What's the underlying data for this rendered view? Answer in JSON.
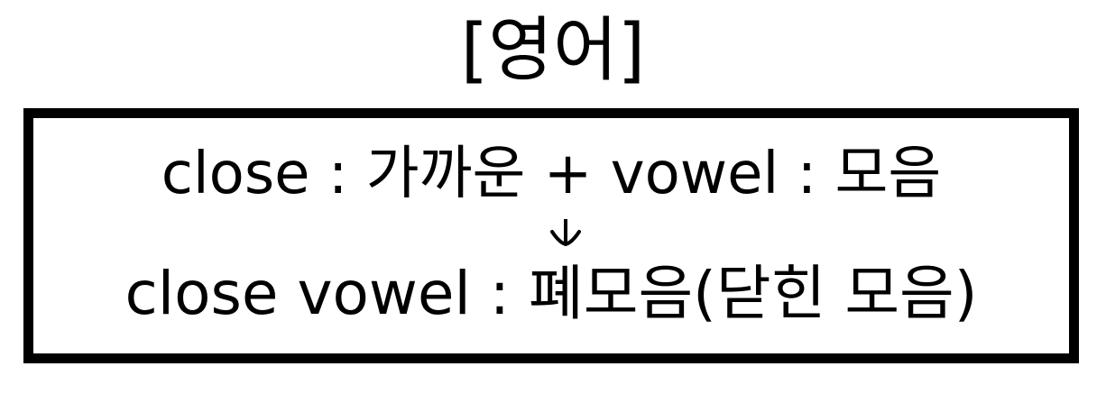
{
  "title": "[영어]",
  "definition": {
    "line1": "close : 가까운 + vowel : 모음",
    "line2": "close vowel : 폐모음(닫힌 모음)"
  }
}
